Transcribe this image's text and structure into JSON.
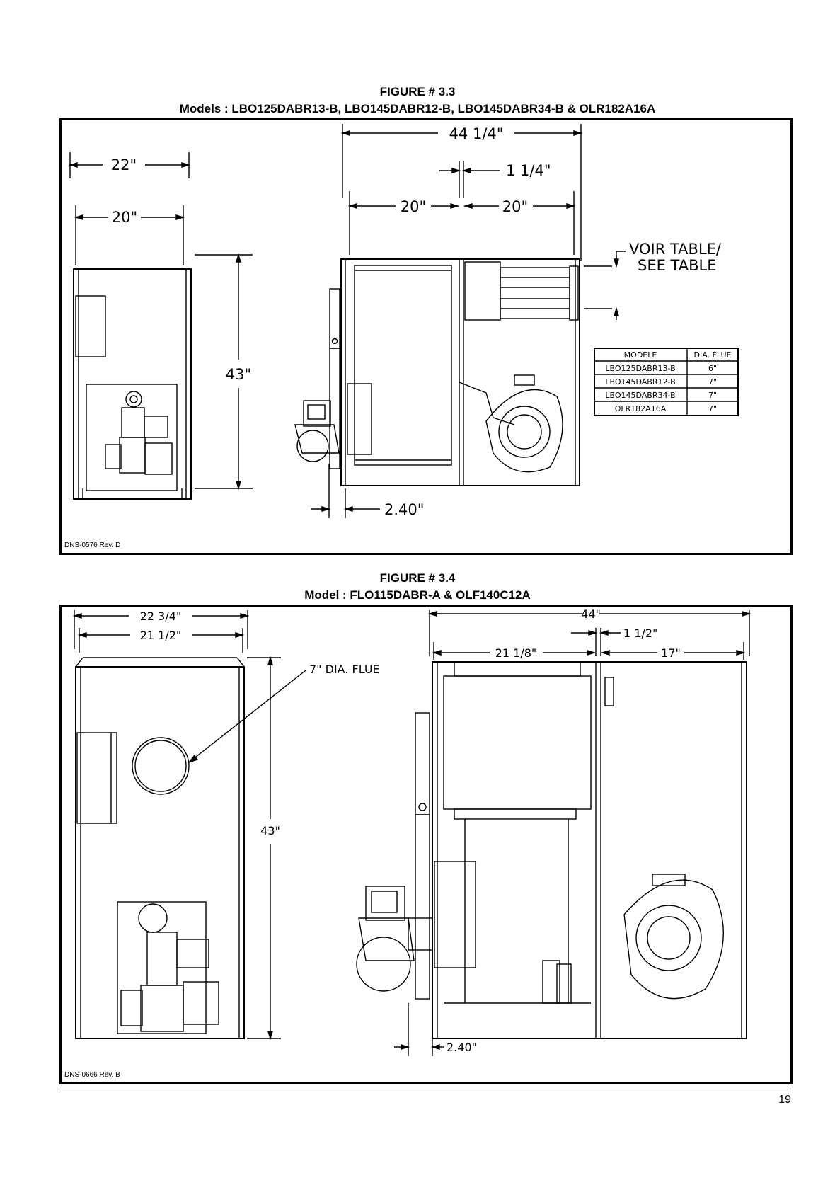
{
  "figure_a": {
    "number": "FIGURE # 3.3",
    "models": "Models : LBO125DABR13-B, LBO145DABR12-B, LBO145DABR34-B & OLR182A16A",
    "revision": "DNS-0576 Rev. D",
    "dims": {
      "width_outer": "22\"",
      "width_inner": "20\"",
      "height": "43\"",
      "depth_total": "44 1/4\"",
      "gap": "1 1/4\"",
      "depth_left": "20\"",
      "depth_right": "20\"",
      "offset": "2.40\""
    },
    "callout_fr": "VOIR TABLE/",
    "callout_en": "SEE TABLE",
    "table": {
      "headers": [
        "MODELE",
        "DIA. FLUE"
      ],
      "rows": [
        [
          "LBO125DABR13-B",
          "6\""
        ],
        [
          "LBO145DABR12-B",
          "7\""
        ],
        [
          "LBO145DABR34-B",
          "7\""
        ],
        [
          "OLR182A16A",
          "7\""
        ]
      ]
    }
  },
  "figure_b": {
    "number": "FIGURE # 3.4",
    "models": "Model : FLO115DABR-A & OLF140C12A",
    "revision": "DNS-0666 Rev. B",
    "dims": {
      "width_outer": "22 3/4\"",
      "width_inner": "21 1/2\"",
      "height": "43\"",
      "depth_total": "44\"",
      "gap": "1 1/2\"",
      "depth_left": "21 1/8\"",
      "depth_right": "17\"",
      "offset": "2.40\""
    },
    "flue_callout": "7\" DIA. FLUE"
  },
  "page_number": "19"
}
